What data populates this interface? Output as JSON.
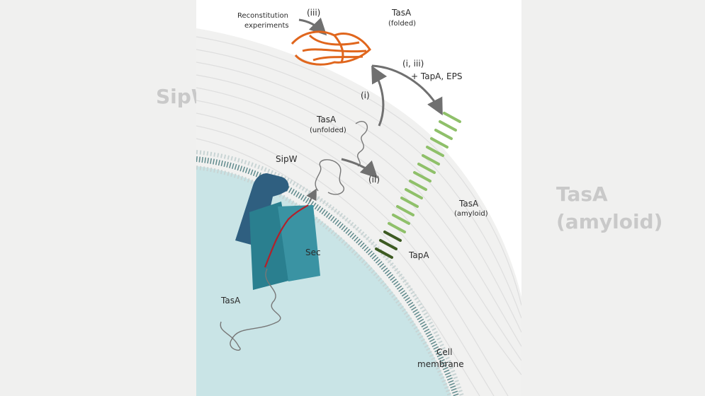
{
  "background": {
    "left_ghost_text": "SipW",
    "right_ghost_lines": [
      "TasA",
      "(amyloid)"
    ]
  },
  "labels": {
    "reconstitution": [
      "Reconstitution",
      "experiments"
    ],
    "step_iii": "(iii)",
    "tasa_folded_title": "TasA",
    "tasa_folded_sub": "(folded)",
    "step_i_iii": "(i, iii)",
    "tapa_eps": "+ TapA, EPS",
    "step_i": "(i)",
    "tasa_unfolded_title": "TasA",
    "tasa_unfolded_sub": "(unfolded)",
    "sipw": "SipW",
    "step_ii": "(ii)",
    "tasa_amyloid_title": "TasA",
    "tasa_amyloid_sub": "(amyloid)",
    "sec": "Sec",
    "tapa": "TapA",
    "tasa_cyto": "TasA",
    "cell_membrane": [
      "Cell",
      "membrane"
    ]
  },
  "colors": {
    "folded_tasa": "#e0661d",
    "amyloid_tasa": "#8fc06a",
    "tapa": "#3d5a22",
    "sec": "#2a7f8f",
    "sipw": "#2f5f80",
    "signal_peptide": "#b3202a",
    "cytoplasm": "#c9e4e6",
    "arrow": "#707070"
  }
}
